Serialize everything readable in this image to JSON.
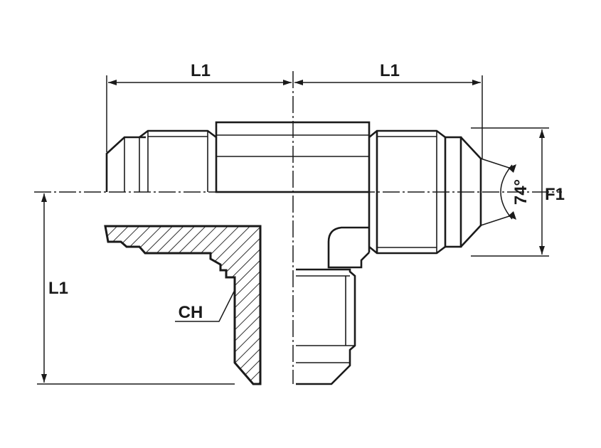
{
  "dimensions": {
    "length_top_left": "L1",
    "length_top_right": "L1",
    "length_left_vertical": "L1",
    "thread_diameter": "F1",
    "flare_angle": "74°",
    "hex_size": "CH"
  }
}
